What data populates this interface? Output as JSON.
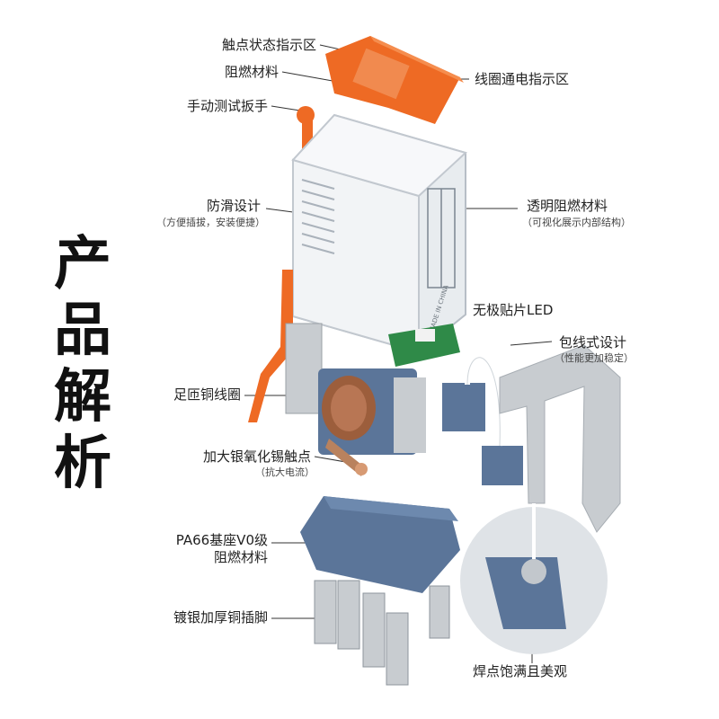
{
  "title_chars": [
    "产",
    "品",
    "解",
    "析"
  ],
  "labels": {
    "contact_status": "触点状态指示区",
    "flame_retardant": "阻燃材料",
    "coil_indicator": "线圈通电指示区",
    "manual_test": "手动测试扳手",
    "anti_slip": "防滑设计",
    "anti_slip_sub": "（方便插拔，安装便捷）",
    "transparent": "透明阻燃材料",
    "transparent_sub": "（可视化展示内部结构）",
    "led": "无极贴片LED",
    "wrap_wire": "包线式设计",
    "wrap_wire_sub": "（性能更加稳定）",
    "copper_coil": "足匝铜线圈",
    "silver_contact": "加大银氧化锡触点",
    "silver_contact_sub": "（抗大电流）",
    "base_line1": "PA66基座V0级",
    "base_line2": "阻燃材料",
    "pins": "镀银加厚铜插脚",
    "solder": "焊点饱满且美观"
  },
  "case_text": {
    "made_in": "MADE IN CHINA"
  },
  "colors": {
    "orange": "#ee6a24",
    "blue_base": "#5b7599",
    "copper": "#9c5e3c",
    "pcb_green": "#2f8a48",
    "metal": "#c8ccd0"
  }
}
